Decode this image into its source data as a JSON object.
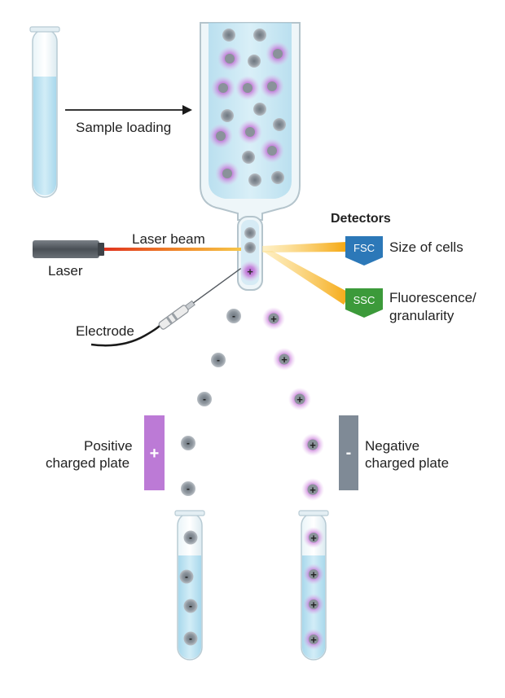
{
  "labels": {
    "sample_loading": "Sample loading",
    "laser_beam": "Laser beam",
    "laser": "Laser",
    "electrode": "Electrode",
    "detectors_heading": "Detectors",
    "fsc_caption": "Size of cells",
    "ssc_caption_line1": "Fluorescence/",
    "ssc_caption_line2": "granularity",
    "positive_plate_line1": "Positive",
    "positive_plate_line2": "charged plate",
    "negative_plate_line1": "Negative",
    "negative_plate_line2": "charged plate"
  },
  "detectors": {
    "fsc": "FSC",
    "ssc": "SSC"
  },
  "plate_signs": {
    "positive": "+",
    "negative": "-"
  },
  "colors": {
    "tube_liquid": "#bfe3f2",
    "tube_glass": "#dbeef6",
    "cell_grey": "#8e969e",
    "cell_glow_purple": "#c46fd6",
    "positive_plate": "#bc7ad6",
    "negative_plate": "#7f8a96",
    "fsc_badge": "#2c78b8",
    "ssc_badge": "#3c9a3a",
    "laser_beam": "#f5b41a",
    "laser_body": "#555b61"
  },
  "icons": {
    "laser": "laser-device-icon",
    "electrode": "electrode-needle-icon",
    "tube": "test-tube-icon"
  }
}
